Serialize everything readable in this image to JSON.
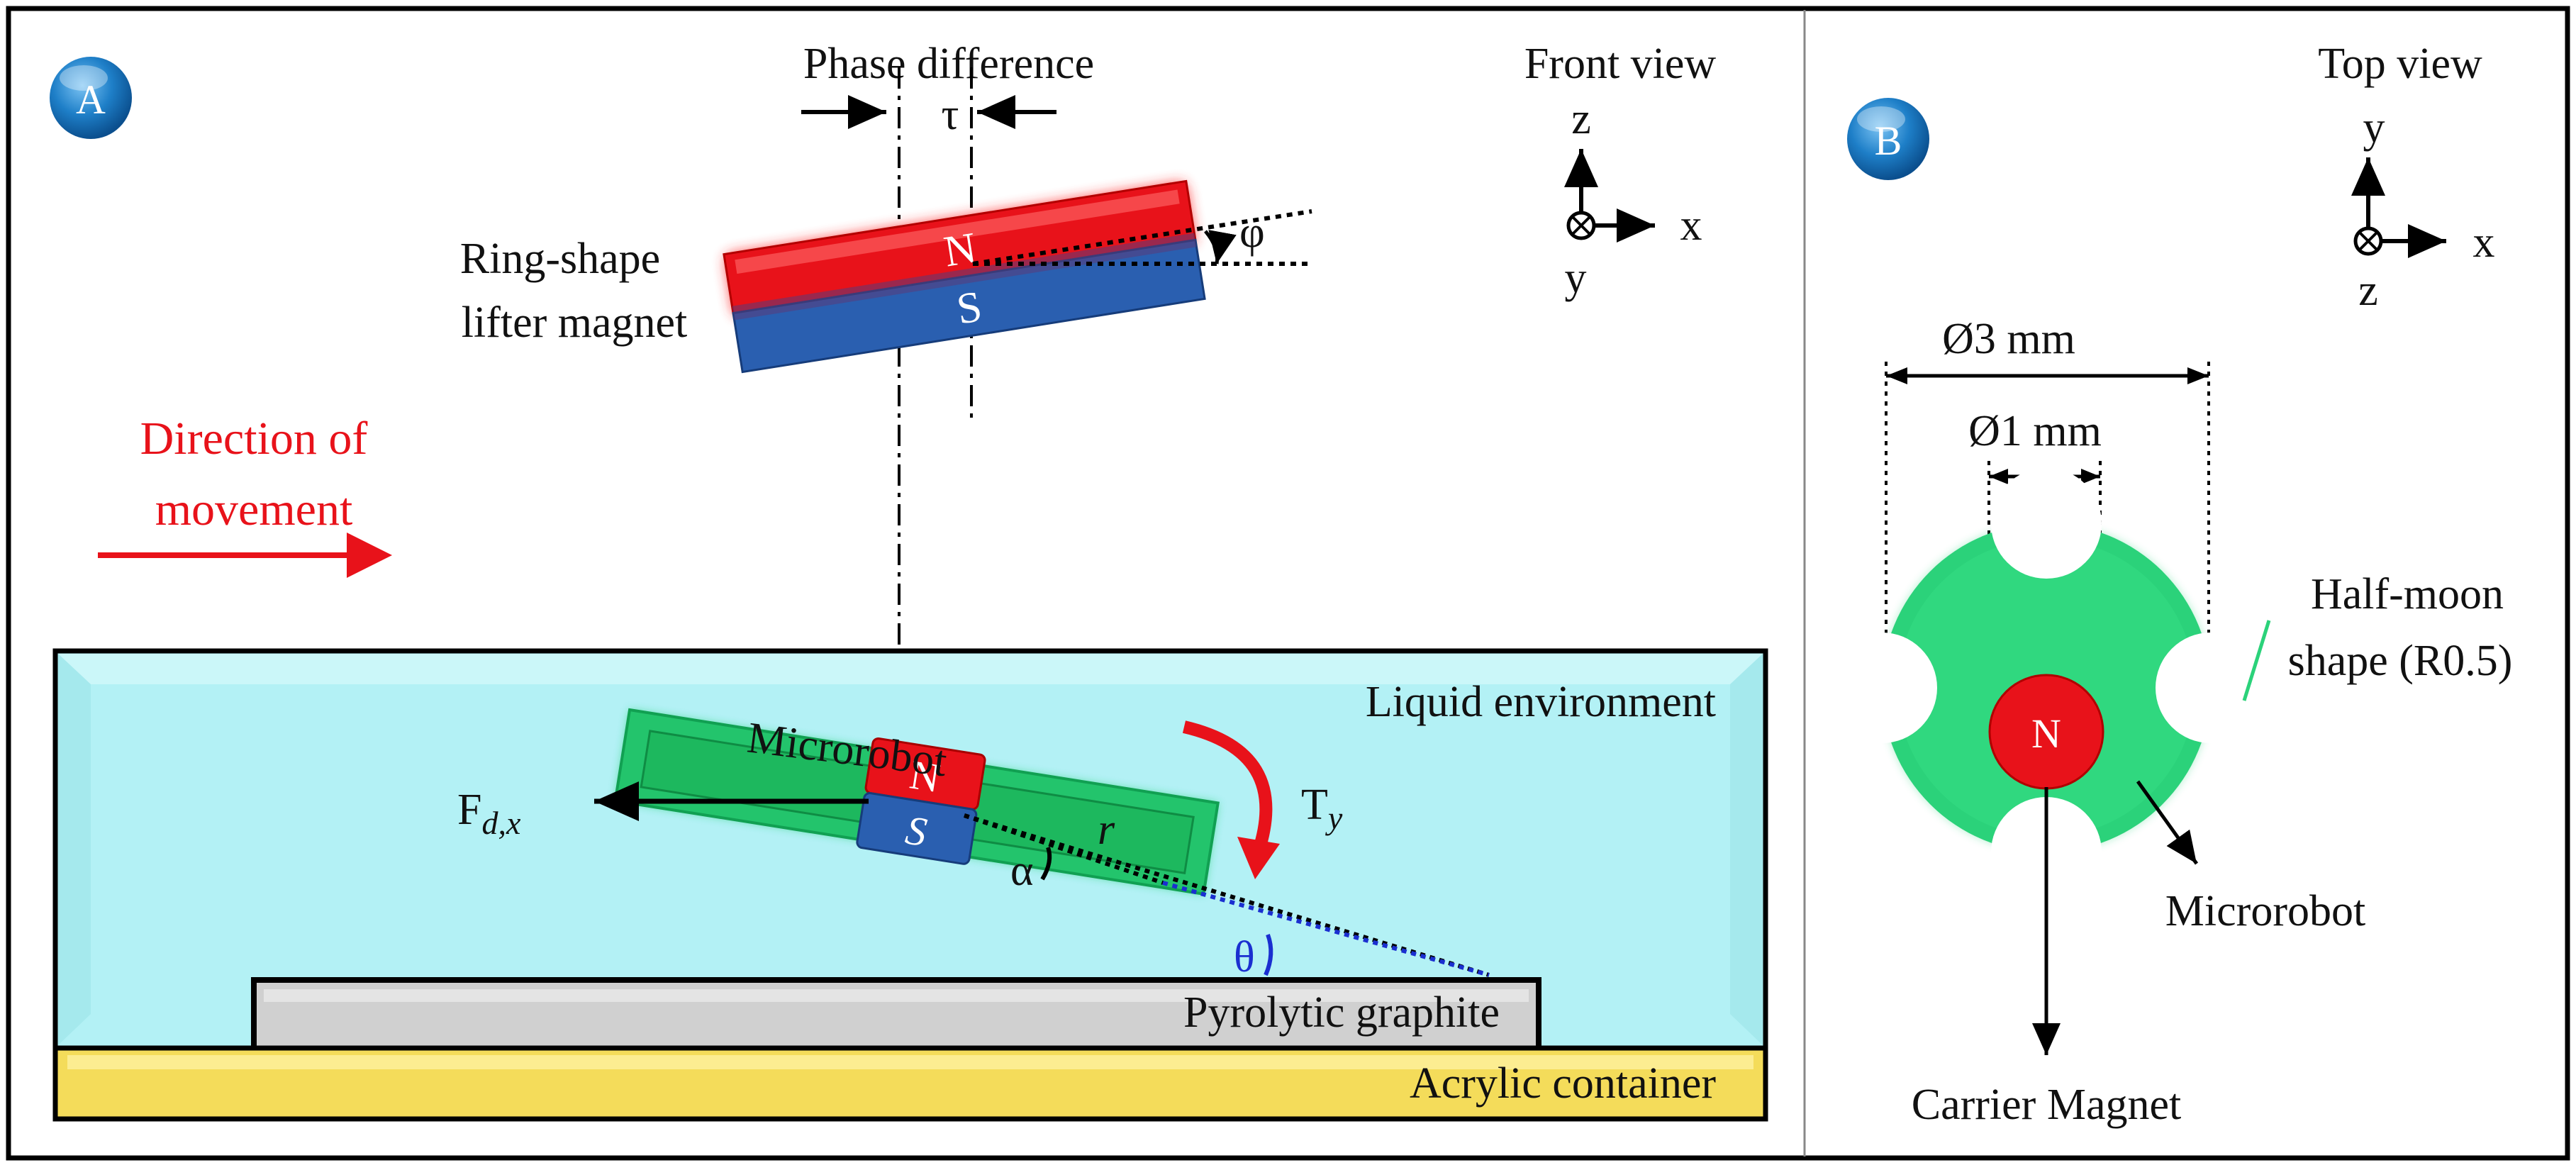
{
  "panel_a": {
    "badge": "A",
    "phase_difference": "Phase difference",
    "tau": "τ",
    "front_view": "Front view",
    "axis_z": "z",
    "axis_x": "x",
    "axis_y": "y",
    "lifter_label_1": "Ring-shape",
    "lifter_label_2": "lifter magnet",
    "phi": "φ",
    "pole_n": "N",
    "pole_s": "S",
    "direction_1": "Direction of",
    "direction_2": "movement",
    "microrobot": "Microrobot",
    "liquid": "Liquid environment",
    "force_main": "F",
    "force_sub": "d,x",
    "torque_main": "T",
    "torque_sub": "y",
    "alpha": "α",
    "r": "r",
    "theta": "θ",
    "graphite": "Pyrolytic graphite",
    "acrylic": "Acrylic container"
  },
  "panel_b": {
    "badge": "B",
    "top_view": "Top view",
    "axis_y": "y",
    "axis_x": "x",
    "axis_z": "z",
    "dia_outer": "Ø3 mm",
    "dia_inner": "Ø1 mm",
    "halfmoon_1": "Half-moon",
    "halfmoon_2": "shape (R0.5)",
    "pole_n": "N",
    "microrobot": "Microrobot",
    "carrier": "Carrier Magnet"
  },
  "colors": {
    "badge_blue": "#1e7fc8",
    "magnet_red": "#e8121a",
    "magnet_blue": "#2a5fb0",
    "robot_green": "#2bd27a",
    "liquid": "#b3f1f5",
    "graphite": "#d0d0d0",
    "acrylic": "#f4dc5a",
    "arrow_red": "#e8121a"
  }
}
